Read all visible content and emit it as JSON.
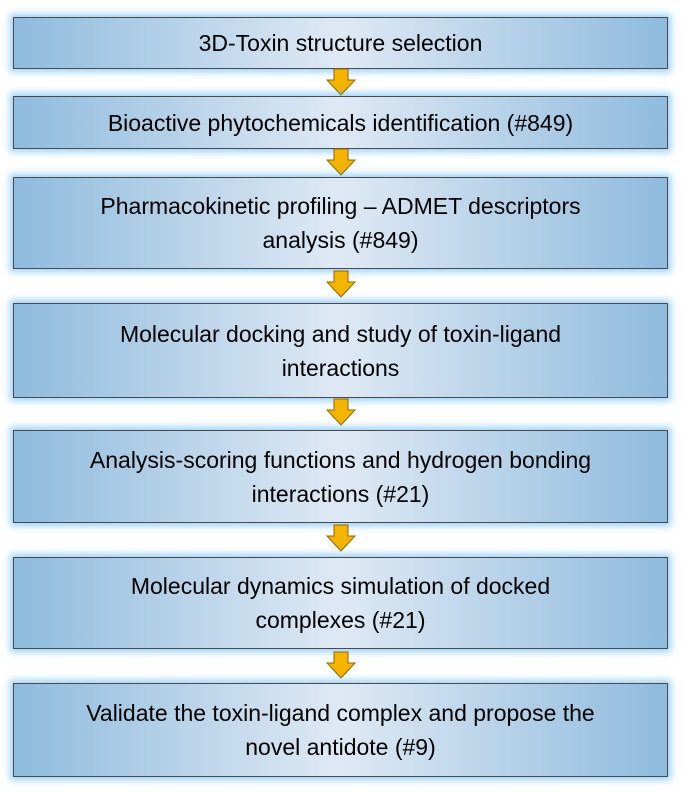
{
  "flowchart": {
    "steps": [
      {
        "line1": "3D-Toxin structure selection",
        "line2": ""
      },
      {
        "line1": "Bioactive phytochemicals identification (#849)",
        "line2": ""
      },
      {
        "line1": "Pharmacokinetic profiling – ADMET descriptors",
        "line2": "analysis (#849)"
      },
      {
        "line1": "Molecular docking and study of toxin-ligand",
        "line2": "interactions"
      },
      {
        "line1": "Analysis-scoring functions and hydrogen bonding",
        "line2": "interactions (#21)"
      },
      {
        "line1": "Molecular dynamics simulation of docked",
        "line2": "complexes (#21)"
      },
      {
        "line1": "Validate the toxin-ligand complex and propose the",
        "line2": "novel antidote (#9)"
      }
    ],
    "colors": {
      "box_edge": "#8fbbdd",
      "box_center": "#dfe9f4",
      "glow": "#46aaf0",
      "arrow_fill": "#f5b400",
      "arrow_stroke": "#8a6a00"
    }
  }
}
